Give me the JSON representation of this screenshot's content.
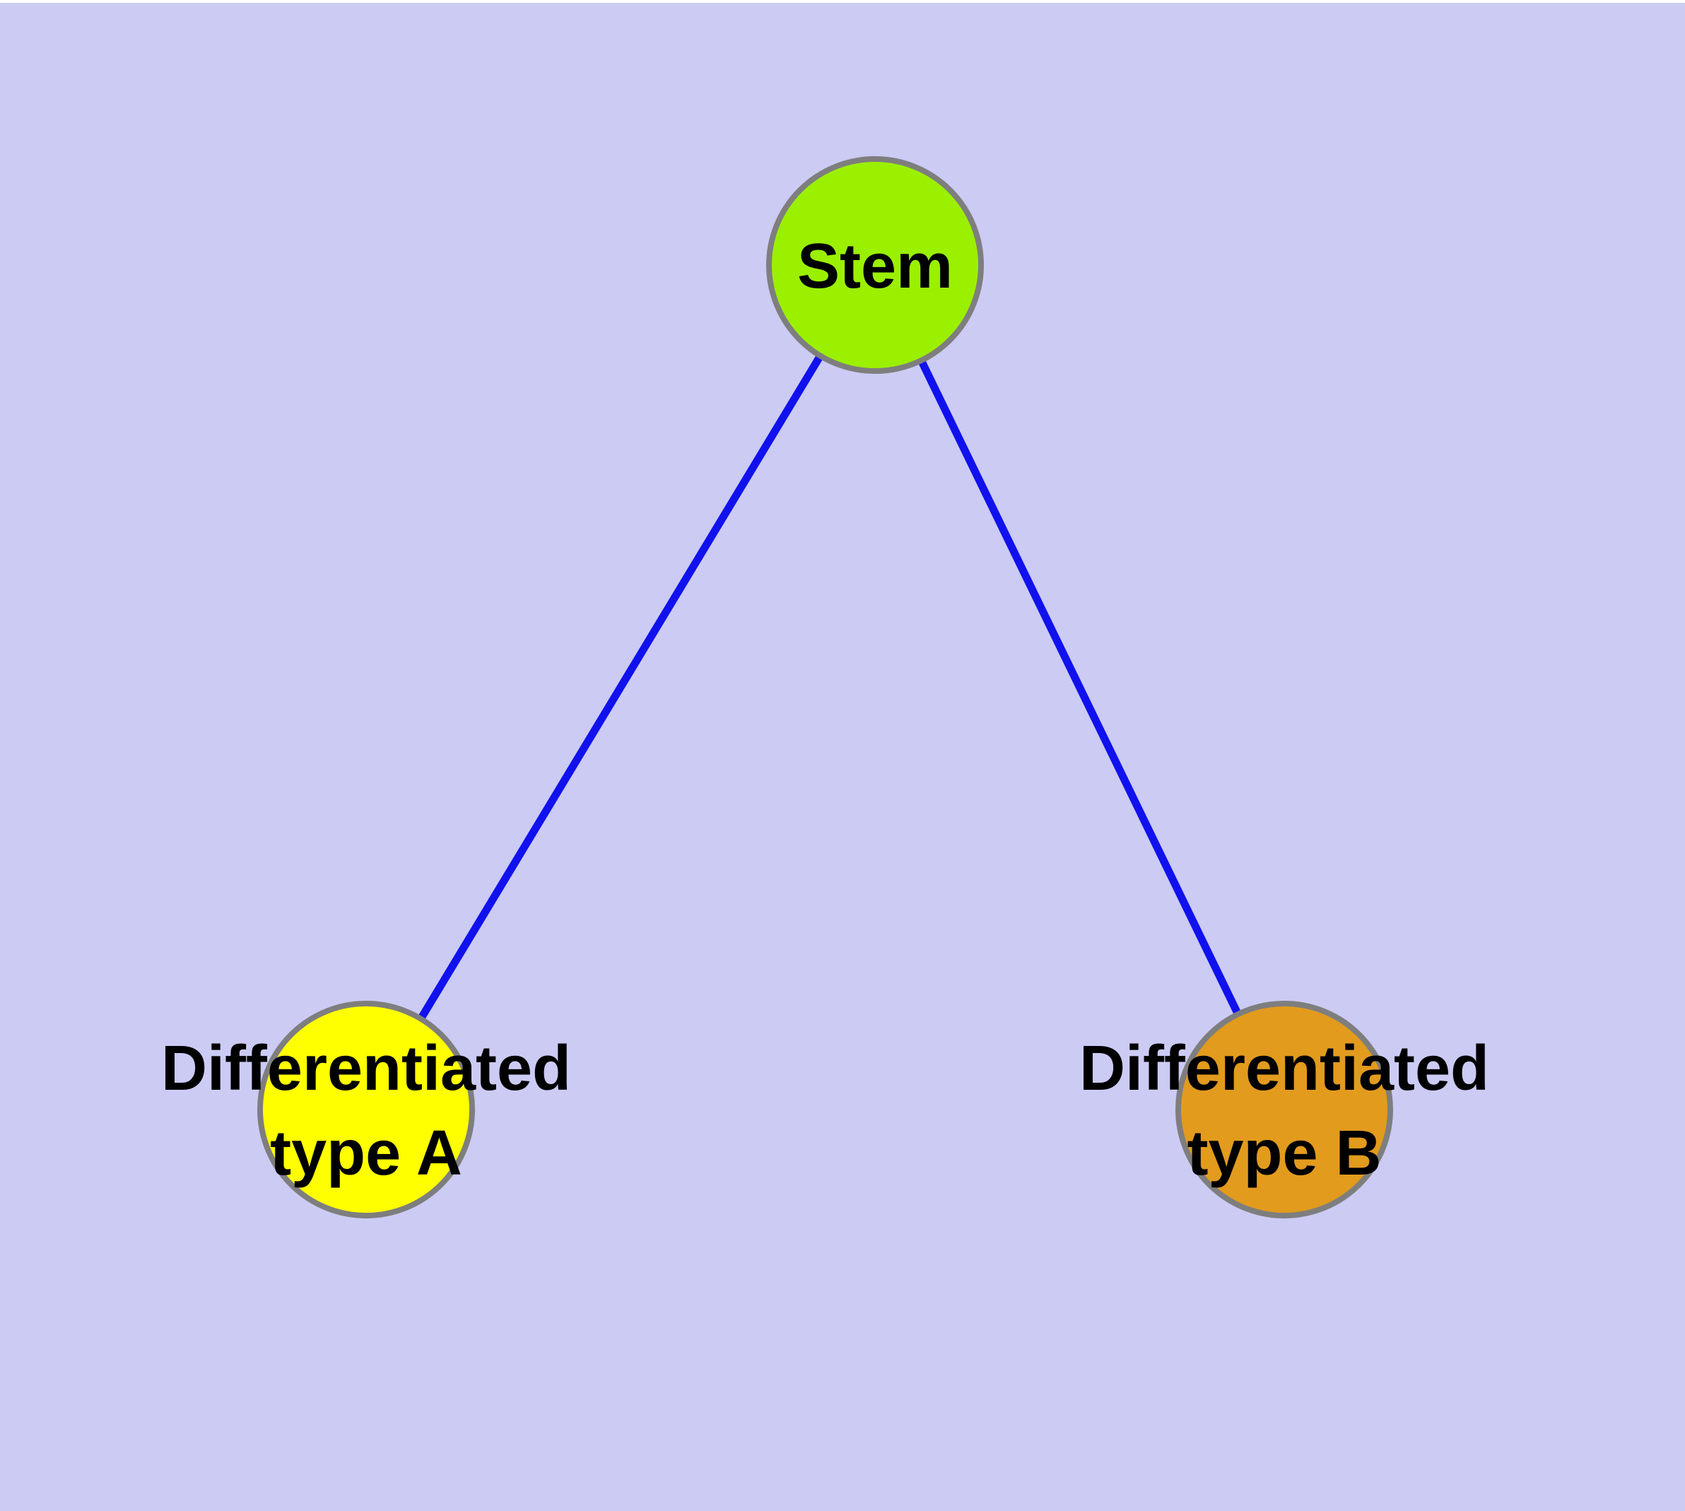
{
  "diagram": {
    "background_color": "#CBCBF4",
    "top_border_color": "#FFFFFF",
    "edge_color": "#1111EE",
    "node_border_color": "#7E7E7E",
    "label_color": "#000000",
    "nodes": [
      {
        "id": "stem",
        "label": "Stem",
        "color": "#9BF000"
      },
      {
        "id": "differentiated-type-a",
        "label_line1": "Differentiated",
        "label_line2": "type A",
        "color": "#FFFF00"
      },
      {
        "id": "differentiated-type-b",
        "label_line1": "Differentiated",
        "label_line2": "type B",
        "color": "#E29B1D"
      }
    ],
    "edges": [
      {
        "from": "stem",
        "to": "differentiated-type-a"
      },
      {
        "from": "stem",
        "to": "differentiated-type-b"
      }
    ]
  }
}
